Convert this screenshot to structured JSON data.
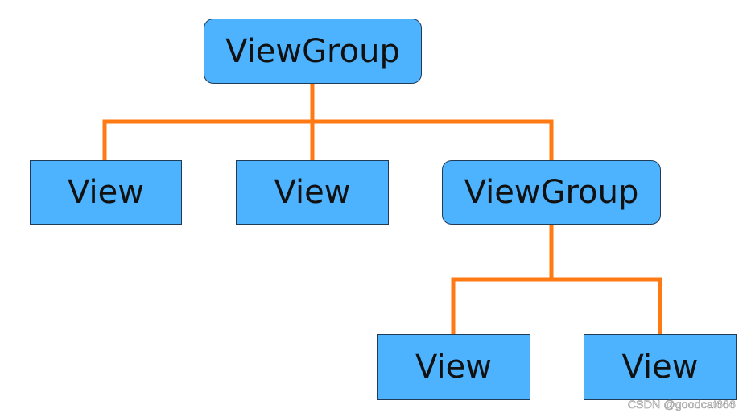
{
  "colors": {
    "node_fill": "#4db3ff",
    "node_border": "#1f3b55",
    "connector": "#ff7a12",
    "text": "#111111"
  },
  "tree": {
    "root": {
      "label": "ViewGroup"
    },
    "children": [
      {
        "label": "View"
      },
      {
        "label": "View"
      },
      {
        "label": "ViewGroup",
        "children": [
          {
            "label": "View"
          },
          {
            "label": "View"
          }
        ]
      }
    ]
  },
  "watermark": "CSDN @goodcat666"
}
